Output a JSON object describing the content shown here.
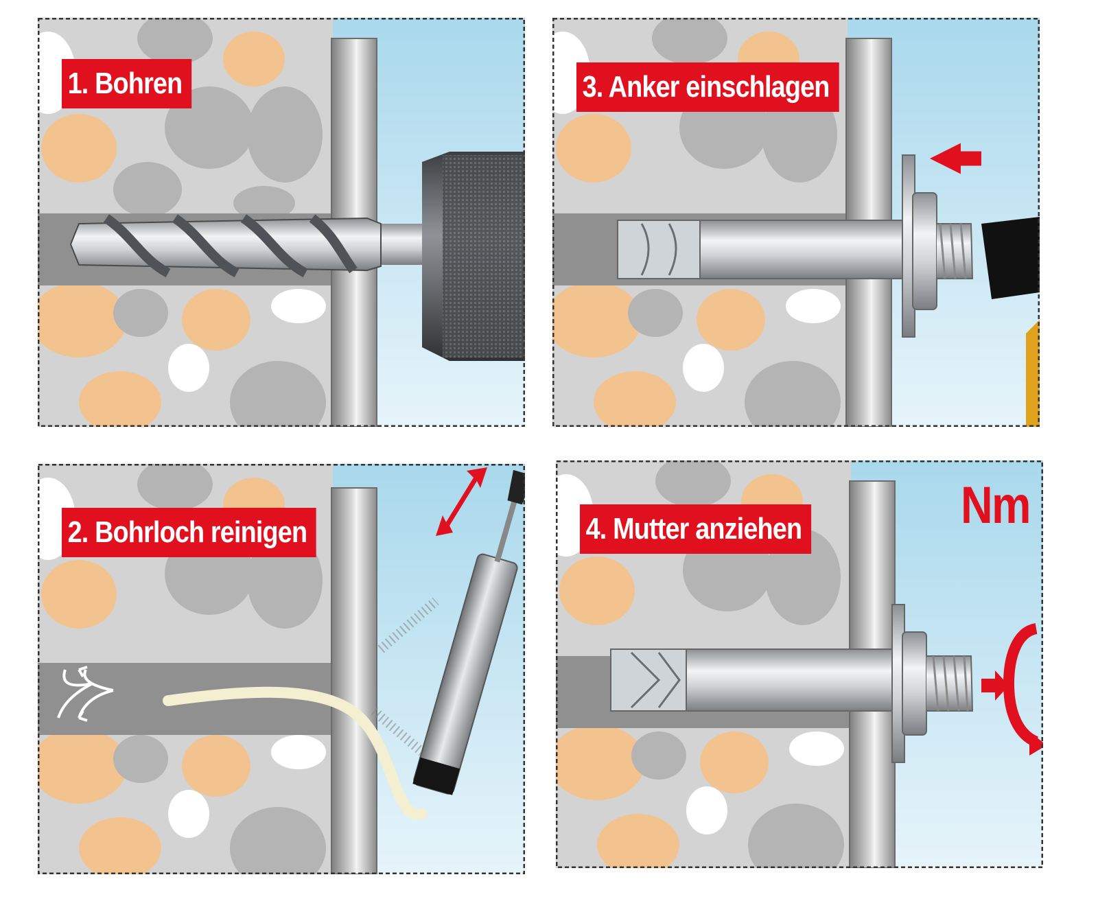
{
  "steps": [
    {
      "label": "1. Bohren"
    },
    {
      "label": "2. Bohrloch reinigen"
    },
    {
      "label": "3. Anker einschlagen"
    },
    {
      "label": "4. Mutter anziehen"
    }
  ],
  "torque_unit": "Nm",
  "colors": {
    "label_background": "#e0101e",
    "label_text": "#ffffff",
    "arrow": "#e0101e",
    "concrete": "#d3d3d3",
    "air": "#bfe1ee"
  }
}
